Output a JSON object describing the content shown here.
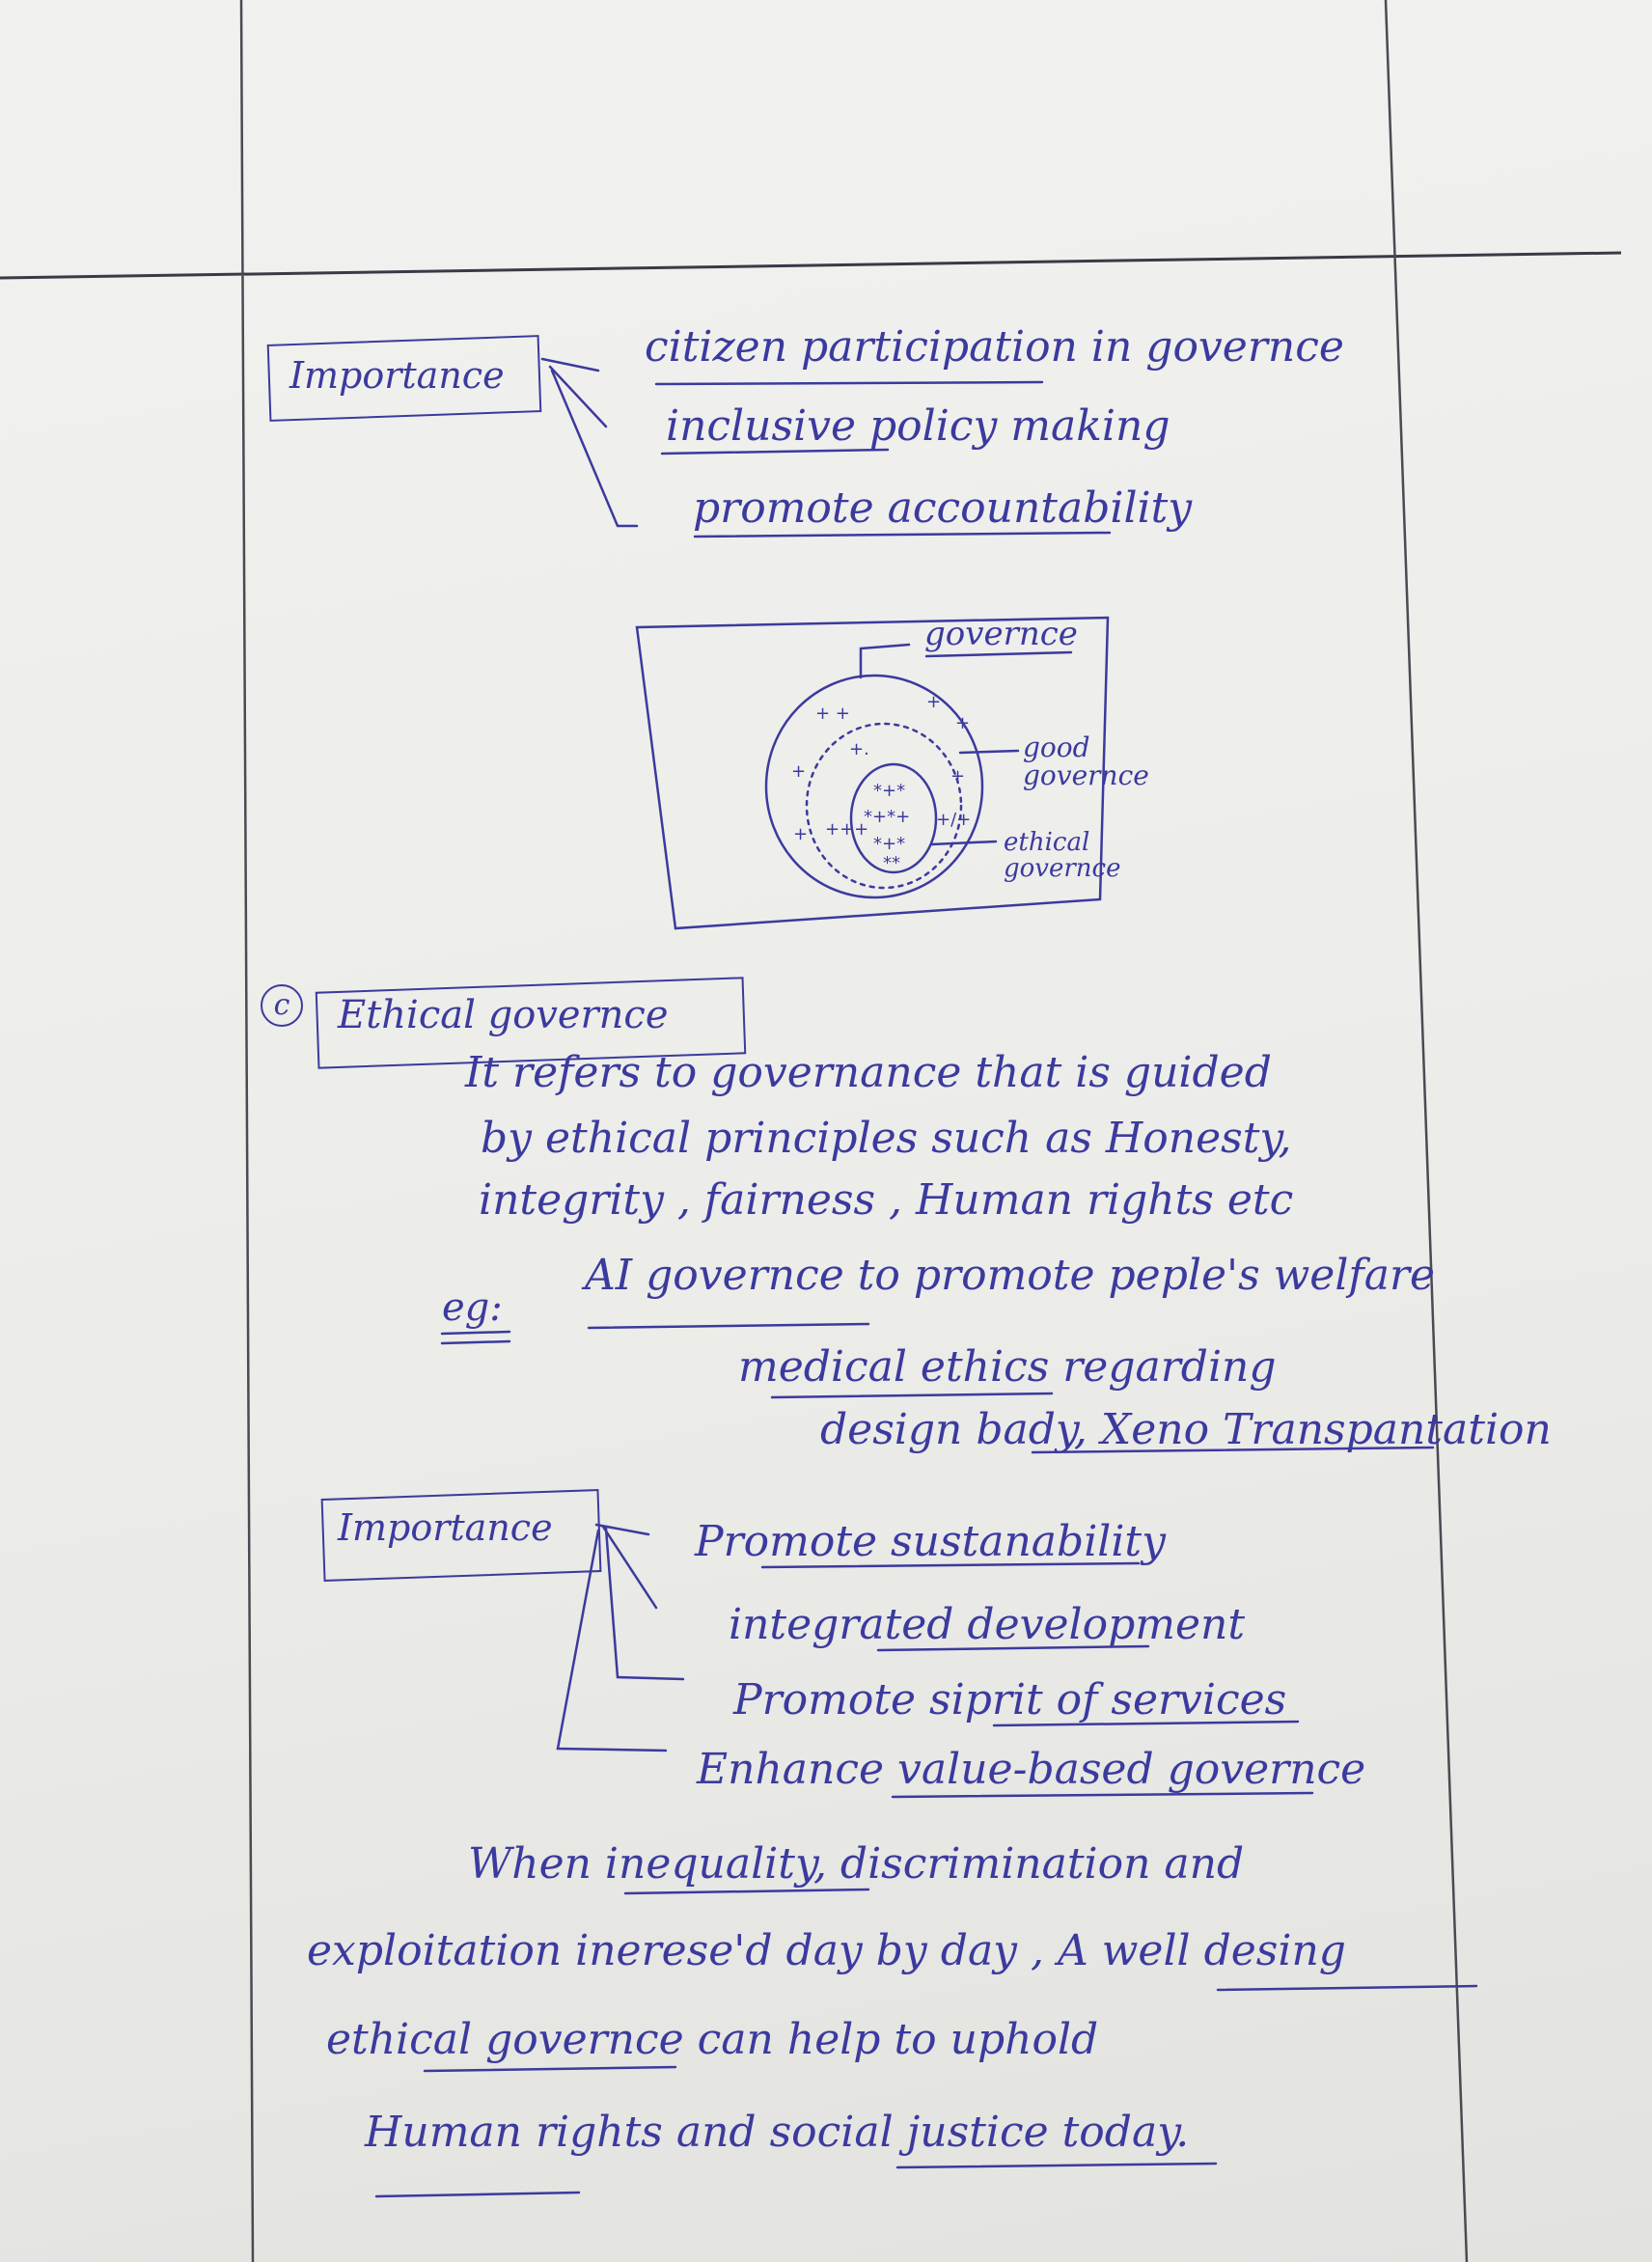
{
  "section1": {
    "heading": "Importance",
    "points": [
      "citizen participation in governce",
      "inclusive policy making",
      "promote accountability"
    ]
  },
  "diagram": {
    "outer_label": "governce",
    "middle_label": "good governce",
    "inner_label": "ethical governce"
  },
  "section2": {
    "marker": "c",
    "heading": "Ethical governce",
    "definition_lines": [
      "It refers to governance that is guided",
      "by ethical principles such as Honesty,",
      "integrity , fairness , Human rights etc"
    ],
    "example_label": "eg:",
    "example_lines": [
      "AI governce to promote peple's welfare",
      "medical ethics regarding",
      "design bady, Xeno Transpantation"
    ]
  },
  "section3": {
    "heading": "Importance",
    "points": [
      "Promote sustanability",
      "integrated development",
      "Promote siprit of services",
      "Enhance value-based governce"
    ]
  },
  "conclusion": {
    "lines": [
      "When inequality, discrimination and",
      "exploitation inerese'd day by day , A well desing",
      "ethical governce can help to uphold",
      "Human rights and social justice today."
    ]
  }
}
